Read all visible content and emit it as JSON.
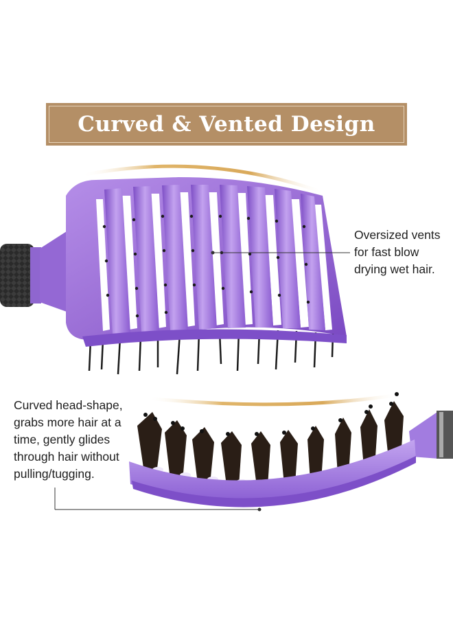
{
  "banner": {
    "title": "Curved & Vented Design"
  },
  "callouts": {
    "vents": {
      "lines": [
        "Oversized vents",
        "for fast blow",
        "drying wet hair."
      ]
    },
    "head_shape": {
      "lines": [
        "Curved head-shape,",
        "grabs more hair at a",
        "time, gently glides",
        "through hair without",
        "pulling/tugging."
      ]
    }
  },
  "colors": {
    "banner": "#b48f66",
    "brush_purple": "#9b6fd6",
    "brush_purple_dark": "#6f3fb3",
    "accent_gold": "#d9a95a",
    "bristle": "#1a1a1a",
    "handle_black": "#222222"
  }
}
